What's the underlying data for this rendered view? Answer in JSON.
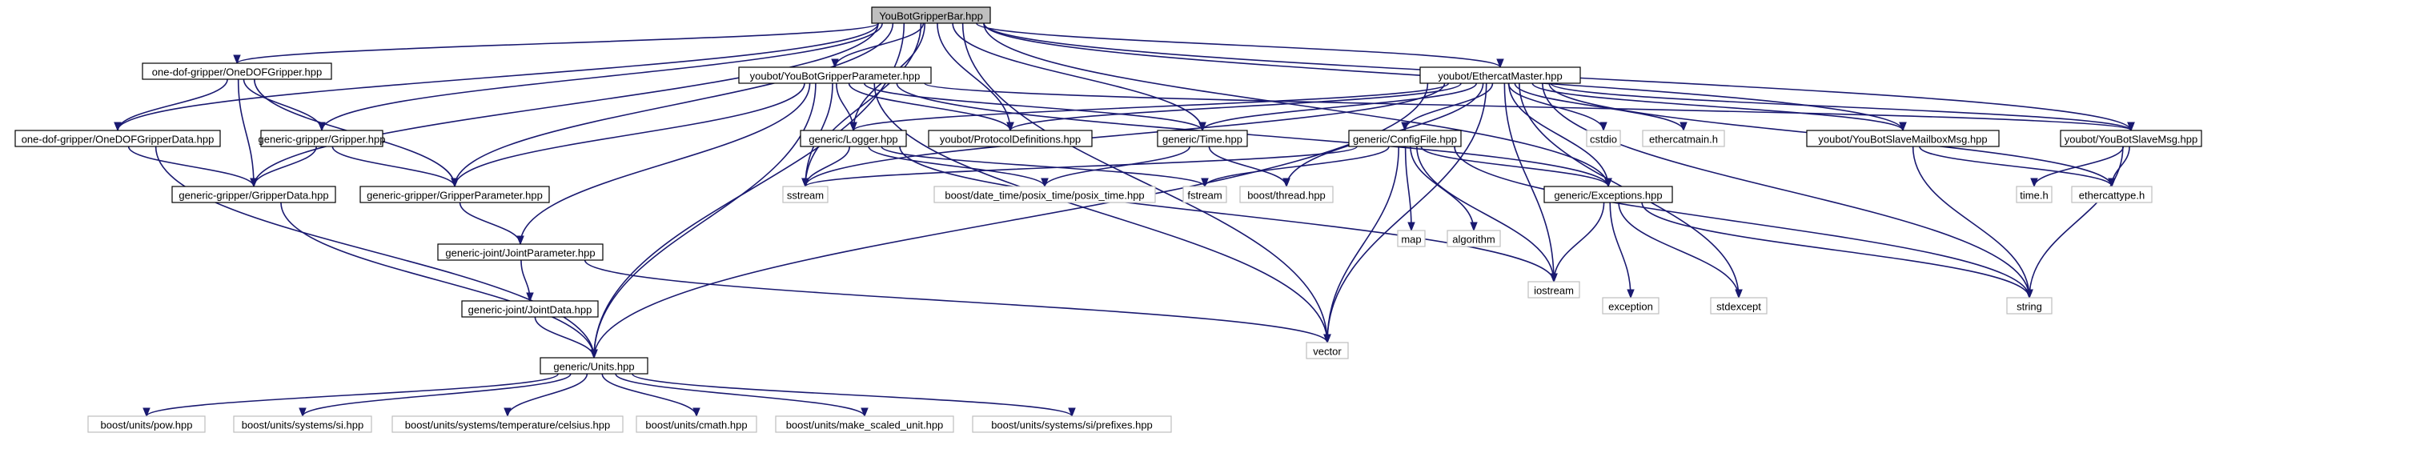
{
  "nodes": {
    "root": "YouBotGripperBar.hpp",
    "onedofgripper": "one-dof-gripper/OneDOFGripper.hpp",
    "gripperparam": "youbot/YouBotGripperParameter.hpp",
    "ethercatmaster": "youbot/EthercatMaster.hpp",
    "onedofdata": "one-dof-gripper/OneDOFGripperData.hpp",
    "gripperhpp": "generic-gripper/Gripper.hpp",
    "logger": "generic/Logger.hpp",
    "protocoldef": "youbot/ProtocolDefinitions.hpp",
    "timehpp": "generic/Time.hpp",
    "configfile": "generic/ConfigFile.hpp",
    "cstdio": "cstdio",
    "ethercatmain": "ethercatmain.h",
    "slavemailbox": "youbot/YouBotSlaveMailboxMsg.hpp",
    "slavemsg": "youbot/YouBotSlaveMsg.hpp",
    "gripperdata": "generic-gripper/GripperData.hpp",
    "grippergparam": "generic-gripper/GripperParameter.hpp",
    "sstream": "sstream",
    "posixtime": "boost/date_time/posix_time/posix_time.hpp",
    "fstream": "fstream",
    "boostthread": "boost/thread.hpp",
    "map": "map",
    "algorithm": "algorithm",
    "exceptions": "generic/Exceptions.hpp",
    "timeh": "time.h",
    "ethercattype": "ethercattype.h",
    "jointparam": "generic-joint/JointParameter.hpp",
    "iostream": "iostream",
    "exception": "exception",
    "stdexcept": "stdexcept",
    "string": "string",
    "jointdata": "generic-joint/JointData.hpp",
    "vector": "vector",
    "units": "generic/Units.hpp",
    "pow": "boost/units/pow.hpp",
    "si": "boost/units/systems/si.hpp",
    "celsius": "boost/units/systems/temperature/celsius.hpp",
    "cmath": "boost/units/cmath.hpp",
    "makescaled": "boost/units/make_scaled_unit.hpp",
    "prefixes": "boost/units/systems/si/prefixes.hpp"
  },
  "colors": {
    "edge": "#191970",
    "root_fill": "#bfbfbf",
    "external_border": "#bfbfbf",
    "internal_border": "#000000"
  }
}
